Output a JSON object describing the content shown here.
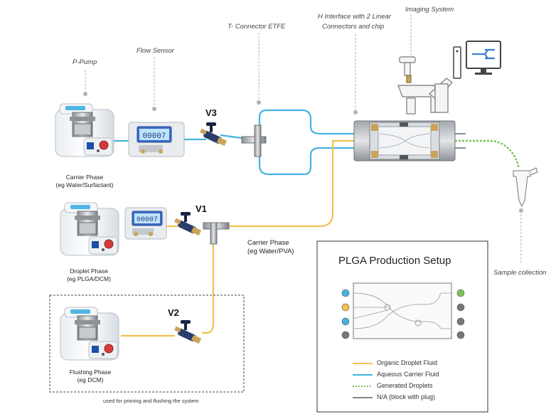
{
  "labels": {
    "p_pump": "P-Pump",
    "flow_sensor": "Flow Sensor",
    "t_connector": "T- Connector ETFE",
    "h_interface_line1": "H Interface with 2  Linear",
    "h_interface_line2": "Connectors and chip",
    "imaging_system": "Imaging System",
    "sample_collection": "Sample collection"
  },
  "valves": {
    "v1": "V1",
    "v2": "V2",
    "v3": "V3"
  },
  "pumps": {
    "carrier": {
      "line1": "Carrier Phase",
      "line2": "(eg Water/Surfactant)"
    },
    "droplet": {
      "line1": "Droplet Phase",
      "line2": "(eg PLGA/DCM)"
    },
    "flushing": {
      "line1": "Flushing Phase",
      "line2": "(eg DCM)"
    }
  },
  "carrier_pva": {
    "line1": "Carrier Phase",
    "line2": "(eg Water/PVA)"
  },
  "flushing_note": "used for priming and flushing the system",
  "sensor_display": "00007",
  "legend": {
    "title": "PLGA Production Setup",
    "items": [
      {
        "label": "Organic Droplet Fluid",
        "color": "#f2c14e",
        "style": "solid"
      },
      {
        "label": "Aqueous Carrier Fluid",
        "color": "#45b3e0",
        "style": "solid"
      },
      {
        "label": "Generated Droplets",
        "color": "#7cc35a",
        "style": "dotted"
      },
      {
        "label": "N/A (block with plug)",
        "color": "#888888",
        "style": "solid"
      }
    ],
    "port_colors_left": [
      "#45b3e0",
      "#f2c14e",
      "#45b3e0",
      "#777777"
    ],
    "port_colors_right": [
      "#7cc35a",
      "#777777",
      "#777777",
      "#777777"
    ]
  },
  "colors": {
    "organic": "#f2c14e",
    "aqueous": "#45b3e0",
    "droplets": "#7cc35a",
    "na": "#888888",
    "valve_red": "#d33b3b"
  }
}
